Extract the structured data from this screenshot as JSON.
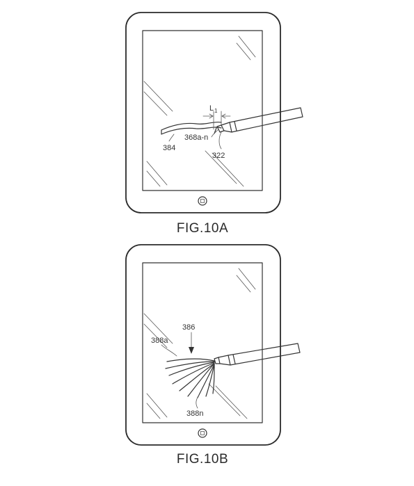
{
  "figures": [
    {
      "caption": "FIG.10A",
      "labels": {
        "dimension": "L",
        "dimension_sub": "1",
        "tip": "368a-n",
        "stroke": "384",
        "stylus_tip": "322"
      }
    },
    {
      "caption": "FIG.10B",
      "labels": {
        "spray": "386",
        "first_strand": "388a",
        "last_strand": "388n"
      }
    }
  ],
  "colors": {
    "ink": "#333333",
    "background": "#ffffff"
  }
}
